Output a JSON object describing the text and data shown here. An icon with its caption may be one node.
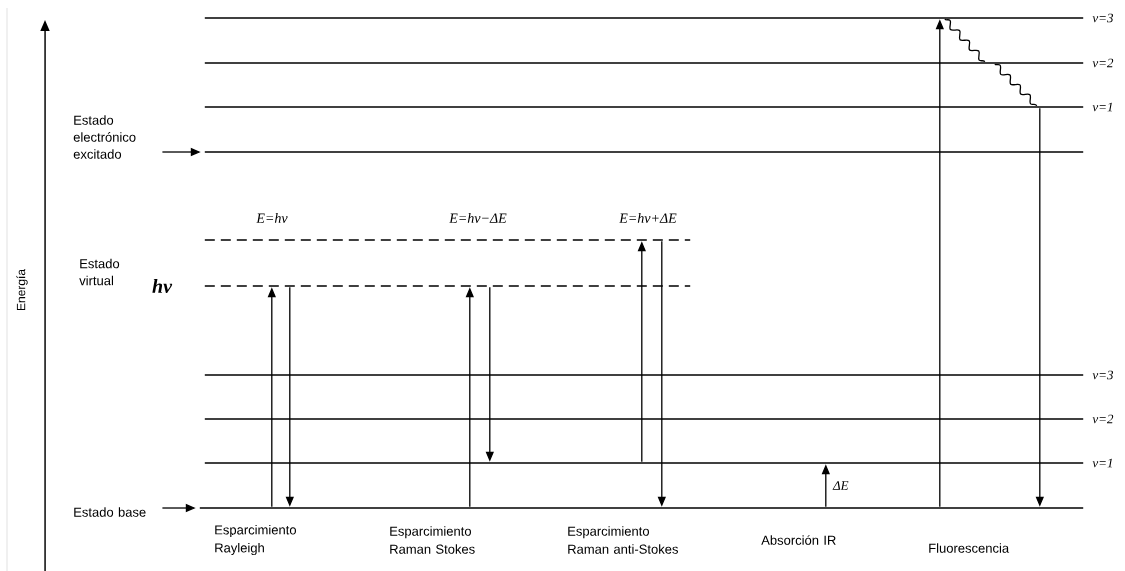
{
  "diagram": {
    "nodes": [
      {
        "text": [
          "Estado electrónico excitado"
        ]
      },
      {
        "text": [],
        "shape": "line"
      },
      {
        "text": [],
        "shape": "line",
        "beside": [
          "v=1"
        ]
      },
      {
        "text": [],
        "shape": "line",
        "beside": [
          "v=2"
        ]
      },
      {
        "text": [],
        "shape": "line",
        "beside": [
          "v=3"
        ]
      },
      {
        "text": [],
        "shape": "line"
      },
      {
        "text": [],
        "shape": "line"
      },
      {
        "text": [],
        "shape": "line",
        "beside": [
          "v=3"
        ]
      },
      {
        "text": [],
        "shape": "line",
        "beside": [
          "v=2"
        ]
      },
      {
        "text": [],
        "shape": "line",
        "beside": [
          "v=1"
        ]
      },
      {
        "text": [],
        "shape": "line"
      },
      {
        "text": [
          "Estado base"
        ]
      }
    ],
    "edges": [
      {
        "from": 0,
        "to": 1,
        "arrow": "to"
      },
      {
        "from": 11,
        "to": 10,
        "arrow": "to"
      },
      {
        "from": 10,
        "to": 6,
        "arrow": "to"
      },
      {
        "from": 6,
        "to": 10,
        "arrow": "to"
      },
      {
        "from": 10,
        "to": 6,
        "arrow": "to"
      },
      {
        "from": 6,
        "to": 9,
        "arrow": "to"
      },
      {
        "from": 9,
        "to": 5,
        "arrow": "to"
      },
      {
        "from": 5,
        "to": 10,
        "arrow": "to"
      },
      {
        "from": 10,
        "to": 9,
        "arrow": "to",
        "label": "ΔE"
      },
      {
        "from": 10,
        "to": 4,
        "arrow": "to"
      },
      {
        "from": 4,
        "to": 3,
        "arrow": "none"
      },
      {
        "from": 3,
        "to": 2,
        "arrow": "none"
      },
      {
        "from": 2,
        "to": 10,
        "arrow": "to"
      }
    ],
    "labels": [
      "Energía",
      "Estado virtual",
      "hν",
      "E=hν",
      "E=hν−ΔE",
      "E=hν+ΔE",
      "Esparcimiento Rayleigh",
      "Esparcimiento Raman Stokes",
      "Esparcimiento Raman anti-Stokes",
      "Absorción IR",
      "Fluorescencia"
    ]
  }
}
